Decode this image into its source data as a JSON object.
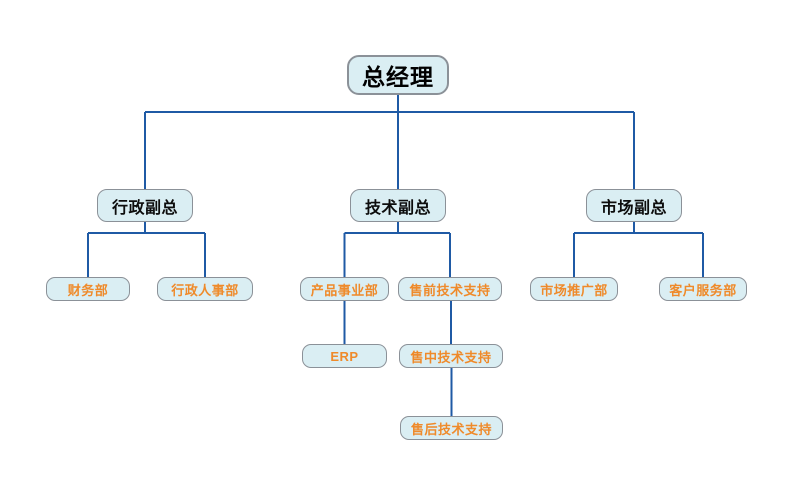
{
  "colors": {
    "background": "#ffffff",
    "connector_line": "#1f5aa5",
    "box_fill": "#daeef3",
    "box_border": "#8b9198",
    "root_text": "#000000",
    "vp_text": "#0d0d0d",
    "dept_text": "#ef8a2a"
  },
  "org": {
    "nodes": [
      {
        "id": "gm",
        "label": "总经理",
        "parent": null,
        "level": 1
      },
      {
        "id": "admin_vp",
        "label": "行政副总",
        "parent": "gm",
        "level": 2
      },
      {
        "id": "tech_vp",
        "label": "技术副总",
        "parent": "gm",
        "level": 2
      },
      {
        "id": "market_vp",
        "label": "市场副总",
        "parent": "gm",
        "level": 2
      },
      {
        "id": "finance",
        "label": "财务部",
        "parent": "admin_vp",
        "level": 3
      },
      {
        "id": "admin_hr",
        "label": "行政人事部",
        "parent": "admin_vp",
        "level": 3
      },
      {
        "id": "product",
        "label": "产品事业部",
        "parent": "tech_vp",
        "level": 3
      },
      {
        "id": "presales",
        "label": "售前技术支持",
        "parent": "tech_vp",
        "level": 3
      },
      {
        "id": "market_promo",
        "label": "市场推广部",
        "parent": "market_vp",
        "level": 3
      },
      {
        "id": "customer_service",
        "label": "客户服务部",
        "parent": "market_vp",
        "level": 3
      },
      {
        "id": "erp",
        "label": "ERP",
        "parent": "product",
        "level": 4
      },
      {
        "id": "midsales",
        "label": "售中技术支持",
        "parent": "presales",
        "level": 4
      },
      {
        "id": "aftersales",
        "label": "售后技术支持",
        "parent": "midsales",
        "level": 5
      }
    ]
  }
}
